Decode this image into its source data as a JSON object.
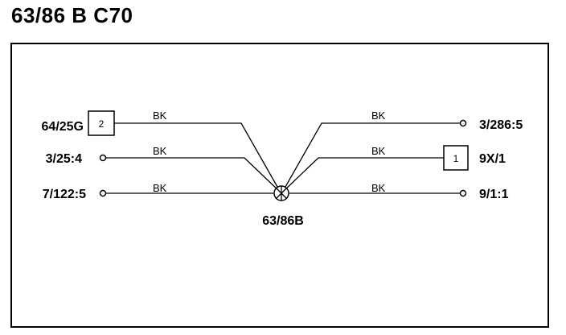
{
  "title": "63/86 B C70",
  "splice": {
    "label": "63/86B"
  },
  "left_connectors": [
    {
      "id": "64/25G",
      "terminal_type": "box",
      "pin": "2",
      "wire_color": "BK"
    },
    {
      "id": "3/25:4",
      "terminal_type": "circle",
      "pin": "",
      "wire_color": "BK"
    },
    {
      "id": "7/122:5",
      "terminal_type": "circle",
      "pin": "",
      "wire_color": "BK"
    }
  ],
  "right_connectors": [
    {
      "id": "3/286:5",
      "terminal_type": "circle",
      "pin": "",
      "wire_color": "BK"
    },
    {
      "id": "9X/1",
      "terminal_type": "box",
      "pin": "1",
      "wire_color": "BK"
    },
    {
      "id": "9/1:1",
      "terminal_type": "circle",
      "pin": "",
      "wire_color": "BK"
    }
  ]
}
